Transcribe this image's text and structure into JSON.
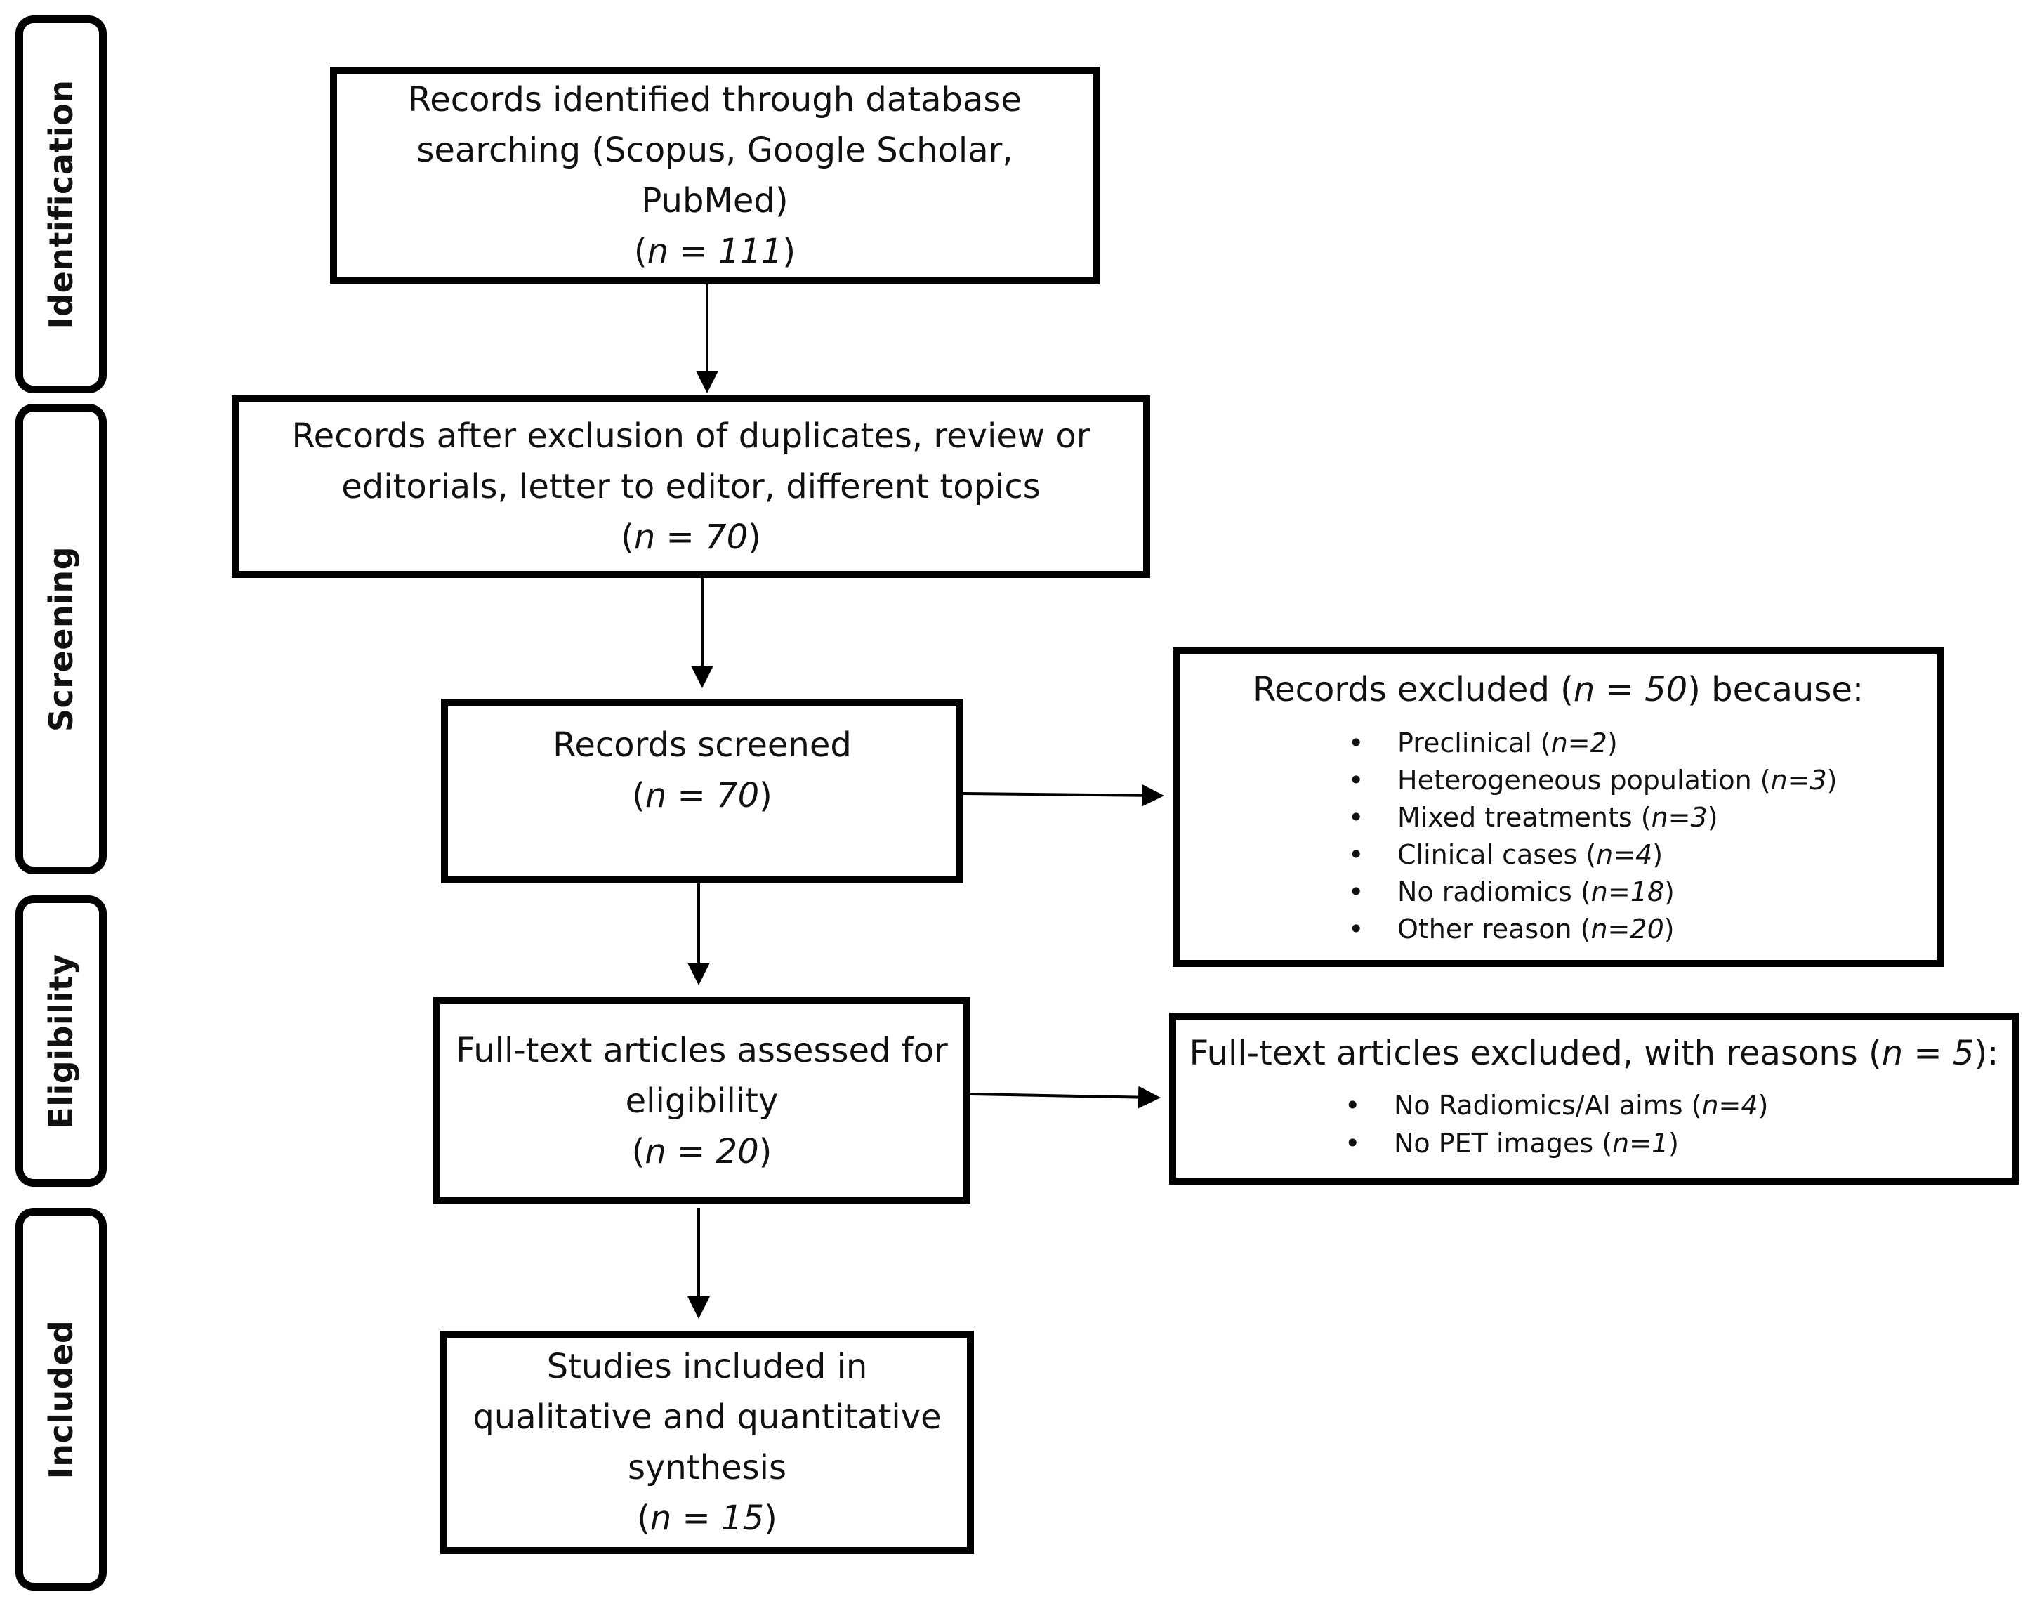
{
  "phases": [
    {
      "key": "identification",
      "label": "Identification"
    },
    {
      "key": "screening",
      "label": "Screening"
    },
    {
      "key": "eligibility",
      "label": "Eligibility"
    },
    {
      "key": "included",
      "label": "Included"
    }
  ],
  "boxes": {
    "identified": {
      "lines": [
        "Records identified through database",
        "searching (Scopus, Google Scholar,",
        "PubMed)"
      ],
      "n_prefix": "(",
      "n_value": "n = 111",
      "n_suffix": ")"
    },
    "after_exclusion": {
      "lines": [
        "Records after exclusion of duplicates, review or",
        "editorials, letter to editor, different topics"
      ],
      "n_prefix": "(",
      "n_value": "n = 70",
      "n_suffix": ")"
    },
    "screened": {
      "lines": [
        "Records screened"
      ],
      "n_prefix": "(",
      "n_value": "n = 70",
      "n_suffix": ")"
    },
    "fulltext": {
      "lines": [
        "Full-text articles assessed for",
        "eligibility"
      ],
      "n_prefix": "(",
      "n_value": "n = 20",
      "n_suffix": ")"
    },
    "included": {
      "lines": [
        "Studies included in",
        "qualitative and quantitative",
        "synthesis"
      ],
      "n_prefix": "(",
      "n_value": "n = 15",
      "n_suffix": ")"
    }
  },
  "records_excluded": {
    "title_prefix": "Records excluded (",
    "title_n": "n = 50",
    "title_suffix": ") because:",
    "items": [
      {
        "label": "Preclinical",
        "n_prefix": " (",
        "n": "n=2",
        "n_suffix": ")"
      },
      {
        "label": "Heterogeneous population",
        "n_prefix": " (",
        "n": "n=3",
        "n_suffix": ")"
      },
      {
        "label": "Mixed treatments",
        "n_prefix": " (",
        "n": "n=3",
        "n_suffix": ")"
      },
      {
        "label": "Clinical cases",
        "n_prefix": " (",
        "n": "n=4",
        "n_suffix": ")"
      },
      {
        "label": "No radiomics",
        "n_prefix": " (",
        "n": "n=18",
        "n_suffix": ")"
      },
      {
        "label": "Other reason",
        "n_prefix": " (",
        "n": "n=20",
        "n_suffix": ")"
      }
    ]
  },
  "fulltext_excluded": {
    "title_prefix": "Full-text articles excluded, with reasons (",
    "title_n": "n = 5",
    "title_suffix": "):",
    "items": [
      {
        "label": "No Radiomics/AI aims",
        "n_prefix": " (",
        "n": "n=4",
        "n_suffix": ")"
      },
      {
        "label": "No PET images",
        "n_prefix": " (",
        "n": "n=1",
        "n_suffix": ")"
      }
    ]
  }
}
